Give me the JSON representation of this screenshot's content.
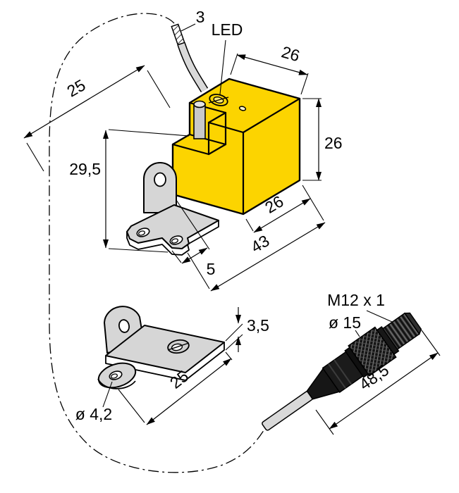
{
  "labels": {
    "cable_diameter": "3",
    "led": "LED",
    "depth": "25",
    "top_width": "26",
    "side_height": "26",
    "bottom_depth": "26",
    "overall_length": "43",
    "bracket_height": "29,5",
    "bracket_offset": "5",
    "bracket_plate_thickness": "3,5",
    "bracket_plate_length": "25",
    "bracket_hole_diameter": "ø 4,2",
    "connector_thread": "M12 x 1",
    "connector_diameter": "ø 15",
    "connector_length": "48,5"
  },
  "colors": {
    "sensor_body": "#fcd400",
    "bracket_gray": "#d6d6d6",
    "cable_gray": "#d9d9d9",
    "connector_black": "#1b1b1b",
    "line": "#000000",
    "background": "#ffffff"
  }
}
